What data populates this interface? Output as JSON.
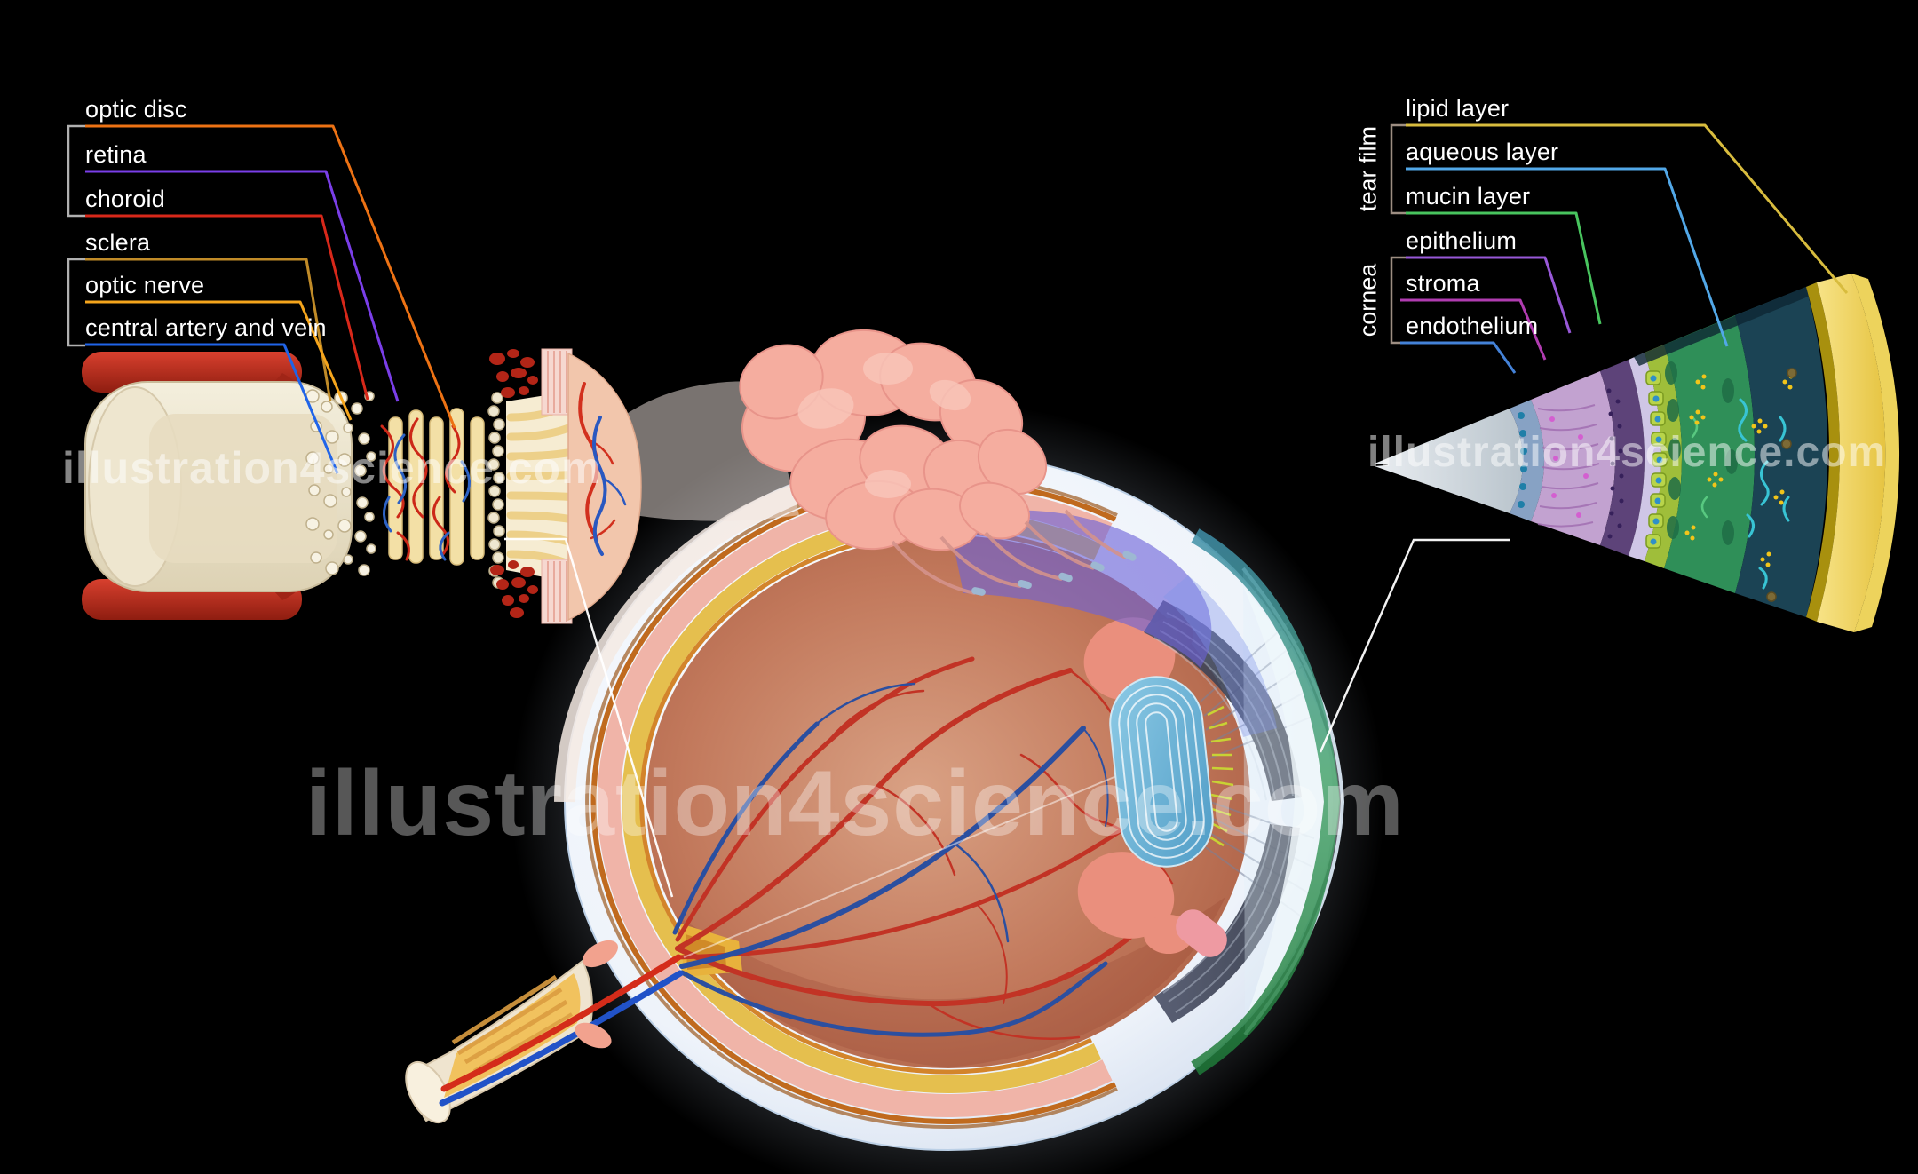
{
  "watermark": {
    "text": "illustration4science.com"
  },
  "left_panel": {
    "bracket_color": "#b0b0b0",
    "groups": [
      {
        "items": [
          {
            "label": "optic disc",
            "color": "#ed7214"
          },
          {
            "label": "retina",
            "color": "#7a3ee8"
          },
          {
            "label": "choroid",
            "color": "#d8281a"
          }
        ]
      },
      {
        "items": [
          {
            "label": "sclera",
            "color": "#c08b28"
          },
          {
            "label": "optic nerve",
            "color": "#f5a51c"
          },
          {
            "label": "central artery and vein",
            "color": "#2064e8"
          }
        ]
      }
    ]
  },
  "right_panel": {
    "bracket_color": "#9d8e82",
    "groups": [
      {
        "label": "tear film",
        "items": [
          {
            "label": "lipid layer",
            "color": "#d8bc3e"
          },
          {
            "label": "aqueous layer",
            "color": "#52a8e8"
          },
          {
            "label": "mucin layer",
            "color": "#48c45e"
          }
        ]
      },
      {
        "label": "cornea",
        "items": [
          {
            "label": "epithelium",
            "color": "#9858d8"
          },
          {
            "label": "stroma",
            "color": "#b03cb0"
          },
          {
            "label": "endothelium",
            "color": "#4482d8"
          }
        ]
      }
    ]
  }
}
